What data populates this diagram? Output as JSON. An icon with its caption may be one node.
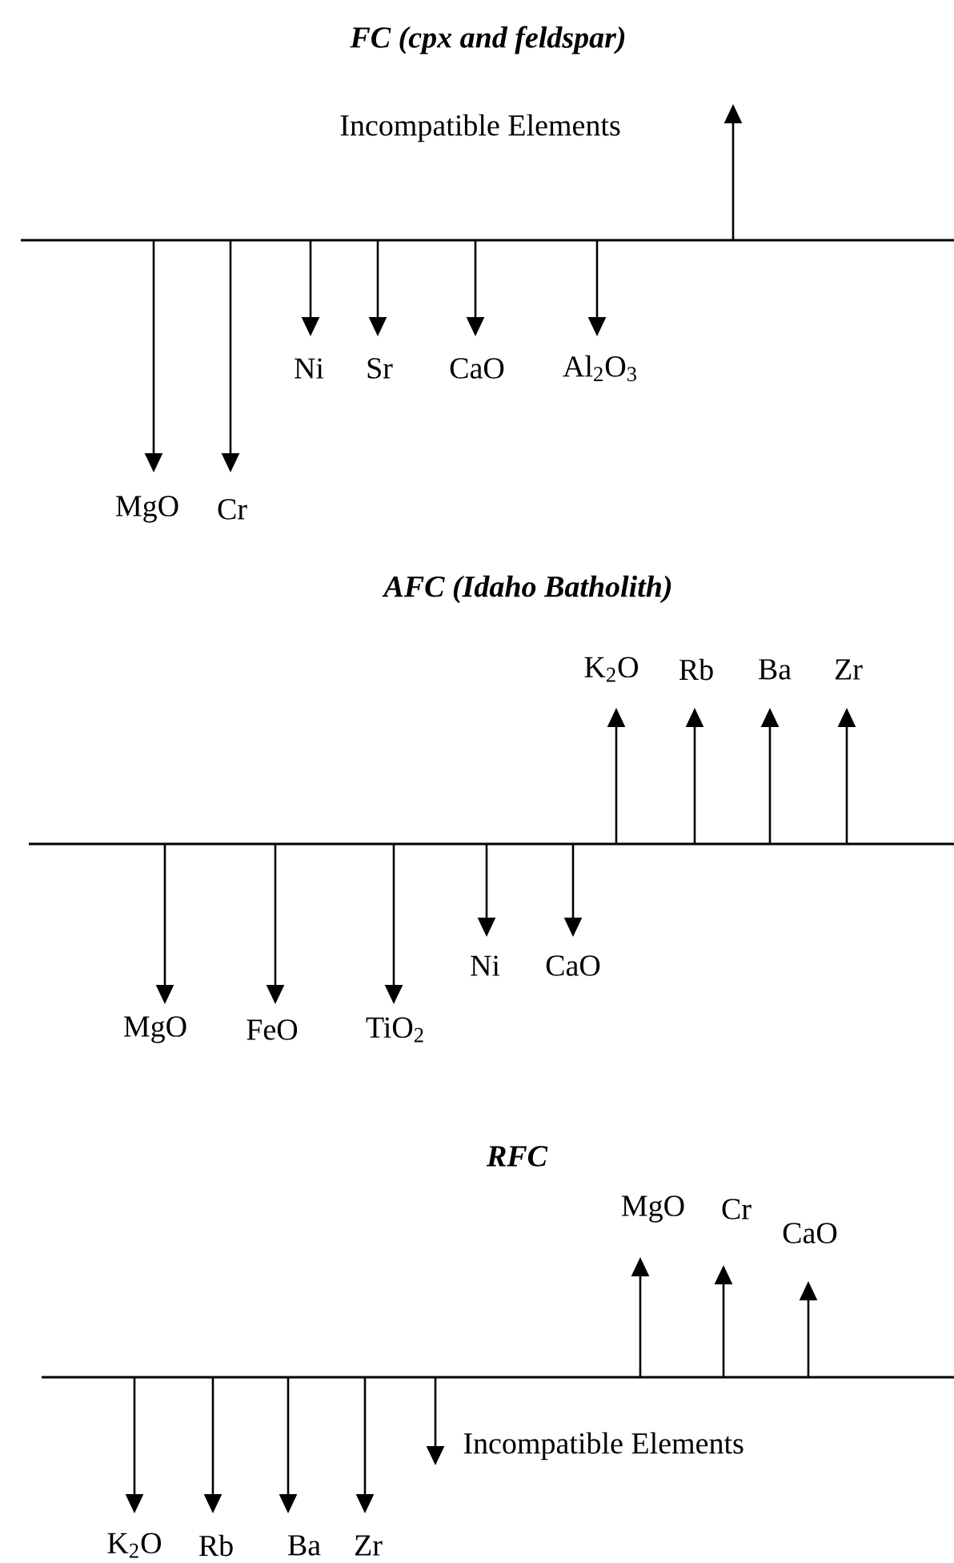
{
  "diagram": {
    "labels": [
      "FC (cpx and feldspar)",
      "Incompatible Elements",
      "Ni",
      "Sr",
      "CaO",
      "Al$_{2}$O$_{3}$",
      "MgO",
      "Cr",
      "AFC (Idaho Batholith)",
      "K$_{2}$O",
      "Rb",
      "Ba",
      "Zr",
      "Ni",
      "CaO",
      "MgO",
      "FeO",
      "TiO$_{2}$",
      "RFC",
      "MgO",
      "Cr",
      "CaO",
      "Incompatible Elements",
      "K$_{2}$O",
      "Rb",
      "Ba",
      "Zr"
    ]
  }
}
